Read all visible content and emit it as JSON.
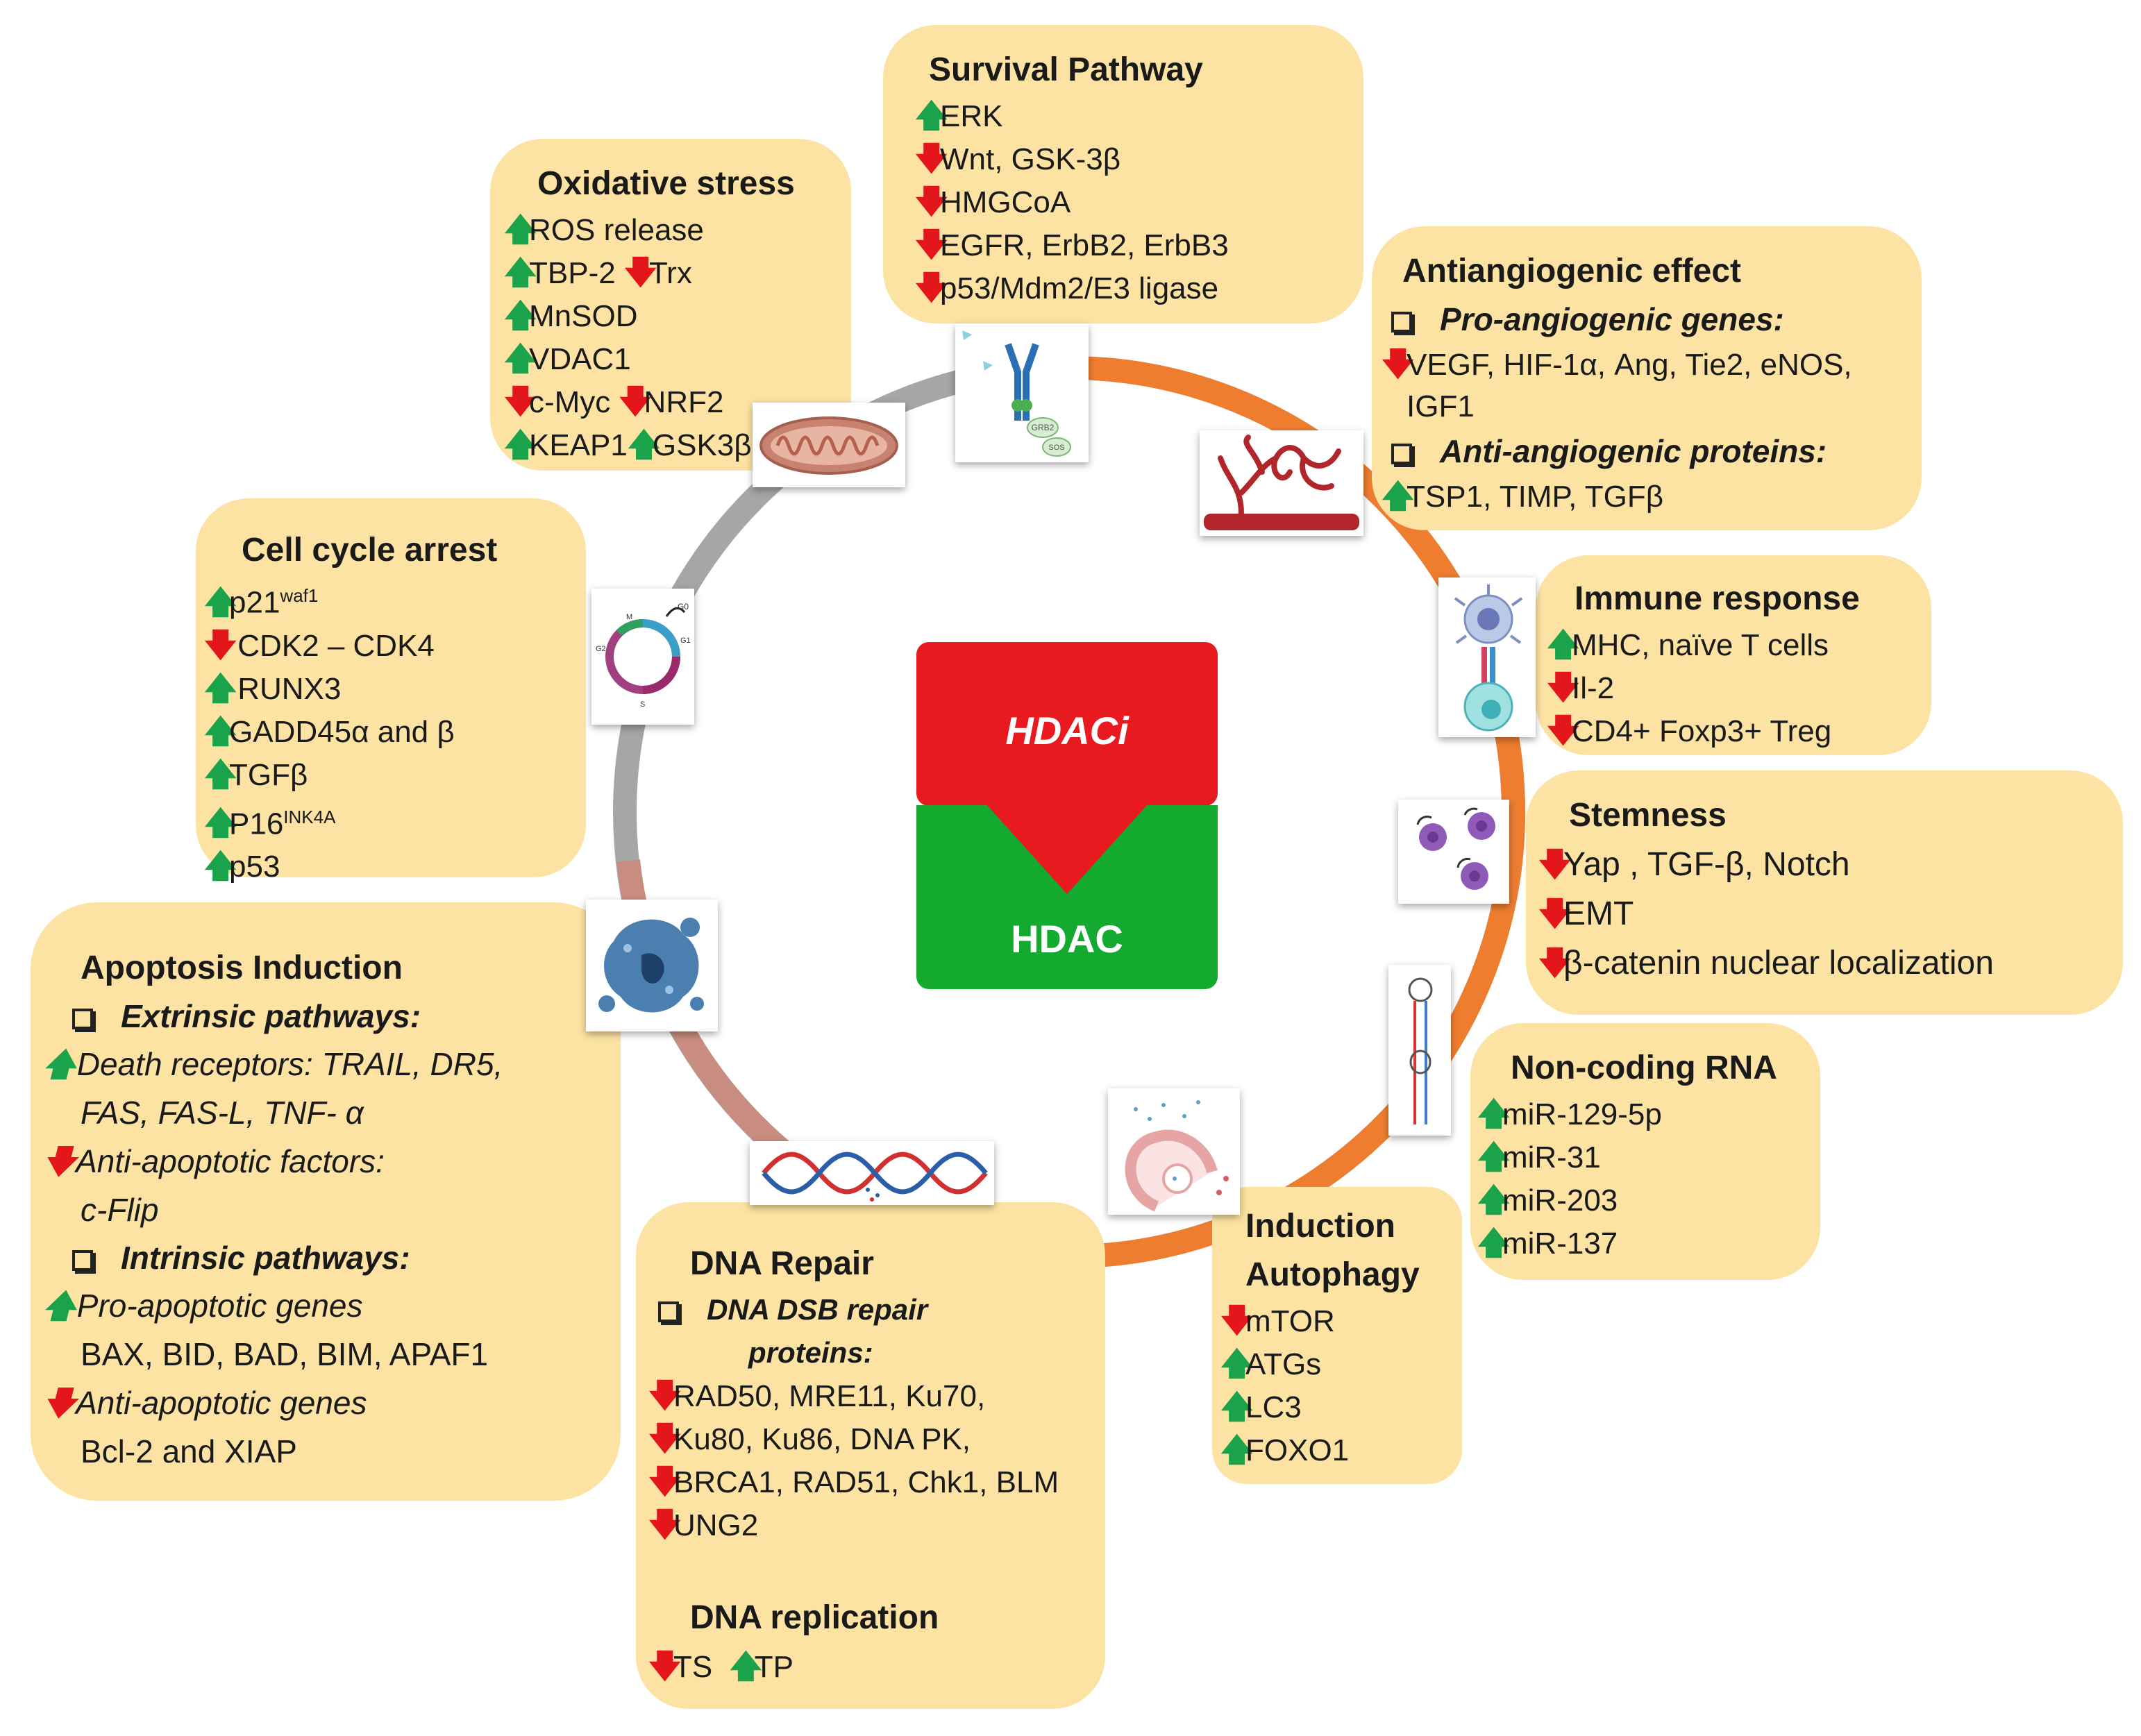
{
  "center": {
    "top_label": "HDACi",
    "bottom_label": "HDAC"
  },
  "colors": {
    "box_fill": "#fce3a3",
    "up_arrow": "#1aa34a",
    "down_arrow": "#e3161b",
    "hdaci": "#e81a1f",
    "hdac": "#14aa2f",
    "ring_gray": "#a0a0a0",
    "ring_orange": "#ee7d30"
  },
  "survival": {
    "title": "Survival Pathway",
    "items": [
      {
        "dir": "up",
        "text": "ERK"
      },
      {
        "dir": "down",
        "text": "Wnt, GSK-3β"
      },
      {
        "dir": "down",
        "text": "HMGCoA"
      },
      {
        "dir": "down",
        "text": "EGFR, ErbB2, ErbB3"
      },
      {
        "dir": "down",
        "text": "p53/Mdm2/E3 ligase"
      }
    ]
  },
  "oxidative": {
    "title": "Oxidative stress",
    "items": [
      {
        "dir": "up",
        "text": "ROS release"
      },
      {
        "dir": "up",
        "text": "TBP-2",
        "dir2": "down",
        "text2": "Trx"
      },
      {
        "dir": "up",
        "text": "MnSOD"
      },
      {
        "dir": "up",
        "text": "VDAC1"
      },
      {
        "dir": "down",
        "text": "c-Myc",
        "dir2": "down",
        "text2": "NRF2"
      },
      {
        "dir": "up",
        "text": "KEAP1",
        "dir2": "up",
        "text2": "GSK3β"
      }
    ]
  },
  "antiangiogenic": {
    "title": "Antiangiogenic effect",
    "sub1": "Pro-angiogenic genes:",
    "row1": {
      "dir": "down",
      "text": "VEGF, HIF-1α, Ang, Tie2, eNOS,"
    },
    "row1b": "IGF1",
    "sub2": "Anti-angiogenic proteins:",
    "row2": {
      "dir": "up",
      "text": "TSP1, TIMP, TGFβ"
    }
  },
  "immune": {
    "title": "Immune response",
    "items": [
      {
        "dir": "up",
        "text": "MHC, naïve T cells"
      },
      {
        "dir": "down",
        "text": "Il-2"
      },
      {
        "dir": "down",
        "text": "CD4+ Foxp3+ Treg"
      }
    ]
  },
  "stemness": {
    "title": "Stemness",
    "items": [
      {
        "dir": "down",
        "text": "Yap , TGF-β, Notch"
      },
      {
        "dir": "down",
        "text": "EMT"
      },
      {
        "dir": "down",
        "text": "β-catenin nuclear localization"
      }
    ]
  },
  "noncoding": {
    "title": "Non-coding RNA",
    "items": [
      {
        "dir": "up",
        "text": "miR-129-5p"
      },
      {
        "dir": "up",
        "text": "miR-31"
      },
      {
        "dir": "up",
        "text": "miR-203"
      },
      {
        "dir": "up",
        "text": "miR-137"
      }
    ]
  },
  "autophagy": {
    "title1": "Induction",
    "title2": "Autophagy",
    "items": [
      {
        "dir": "down",
        "text": "mTOR"
      },
      {
        "dir": "up",
        "text": "ATGs"
      },
      {
        "dir": "up",
        "text": "LC3"
      },
      {
        "dir": "up",
        "text": "FOXO1"
      }
    ]
  },
  "dna": {
    "title": "DNA Repair",
    "sub1a": "DNA DSB repair",
    "sub1b": "proteins:",
    "items": [
      {
        "dir": "down",
        "text": "RAD50, MRE11, Ku70,"
      },
      {
        "dir": "down",
        "text": "Ku80, Ku86, DNA PK,"
      },
      {
        "dir": "down",
        "text": "BRCA1, RAD51, Chk1, BLM"
      },
      {
        "dir": "down",
        "text": "UNG2"
      }
    ],
    "title2": "DNA replication",
    "rep": {
      "dir": "down",
      "text": "TS",
      "dir2": "up",
      "text2": "TP"
    }
  },
  "cellcycle": {
    "title": "Cell cycle arrest",
    "items": [
      {
        "dir": "up",
        "text": "p21",
        "sup": "waf1"
      },
      {
        "dir": "down",
        "text": " CDK2 – CDK4"
      },
      {
        "dir": "up",
        "text": " RUNX3"
      },
      {
        "dir": "up",
        "text": "GADD45α and β"
      },
      {
        "dir": "up",
        "text": "TGFβ"
      },
      {
        "dir": "up",
        "text": "P16",
        "sup": "INK4A"
      },
      {
        "dir": "up",
        "text": "p53"
      }
    ],
    "phase_labels": [
      "G0",
      "G1",
      "S",
      "G2",
      "M"
    ]
  },
  "apoptosis": {
    "title": "Apoptosis Induction",
    "sub1": "Extrinsic pathways:",
    "r1": {
      "dir": "up",
      "text": "Death receptors: TRAIL, DR5,"
    },
    "r1b": "FAS, FAS-L, TNF- α",
    "r2": {
      "dir": "down",
      "text": "Anti-apoptotic factors:"
    },
    "r2b": "c-Flip",
    "sub2": "Intrinsic pathways:",
    "r3": {
      "dir": "up",
      "text": "Pro-apoptotic genes"
    },
    "r3b": "BAX, BID, BAD, BIM, APAF1",
    "r4": {
      "dir": "down",
      "text": "Anti-apoptotic genes"
    },
    "r4b": "Bcl-2 and XIAP"
  },
  "icons": {
    "receptor_labels": [
      "GRB2",
      "SOS"
    ]
  }
}
